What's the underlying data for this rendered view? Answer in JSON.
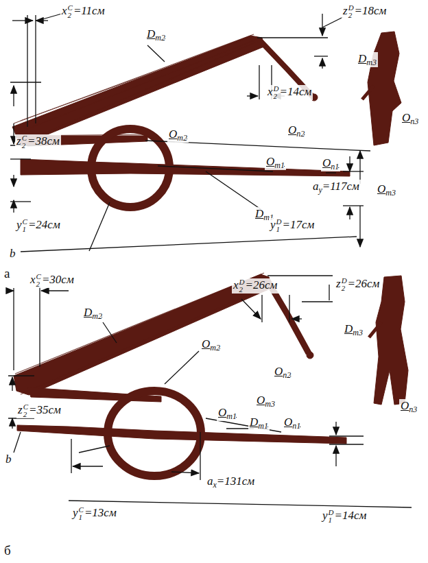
{
  "diagram": {
    "labels": [
      "xC2=11см",
      "Dm2",
      "zD2=18см",
      "Dm3",
      "xD2=14см",
      "Om2",
      "On2",
      "On3",
      "zC2=38см",
      "Om1",
      "On1",
      "ay=117см",
      "Om3",
      "yC1=24см",
      "Dm1",
      "yD1=17см",
      "b",
      "а",
      "xC2=30см",
      "xD2=26см",
      "zD2=26см",
      "Dm2",
      "Dm3",
      "Om2",
      "On2",
      "Om3",
      "On3",
      "zC2=35см",
      "Om1",
      "Dm1",
      "On1",
      "b",
      "ax=131см",
      "yC1=13см",
      "yD1=14см",
      "б"
    ]
  }
}
